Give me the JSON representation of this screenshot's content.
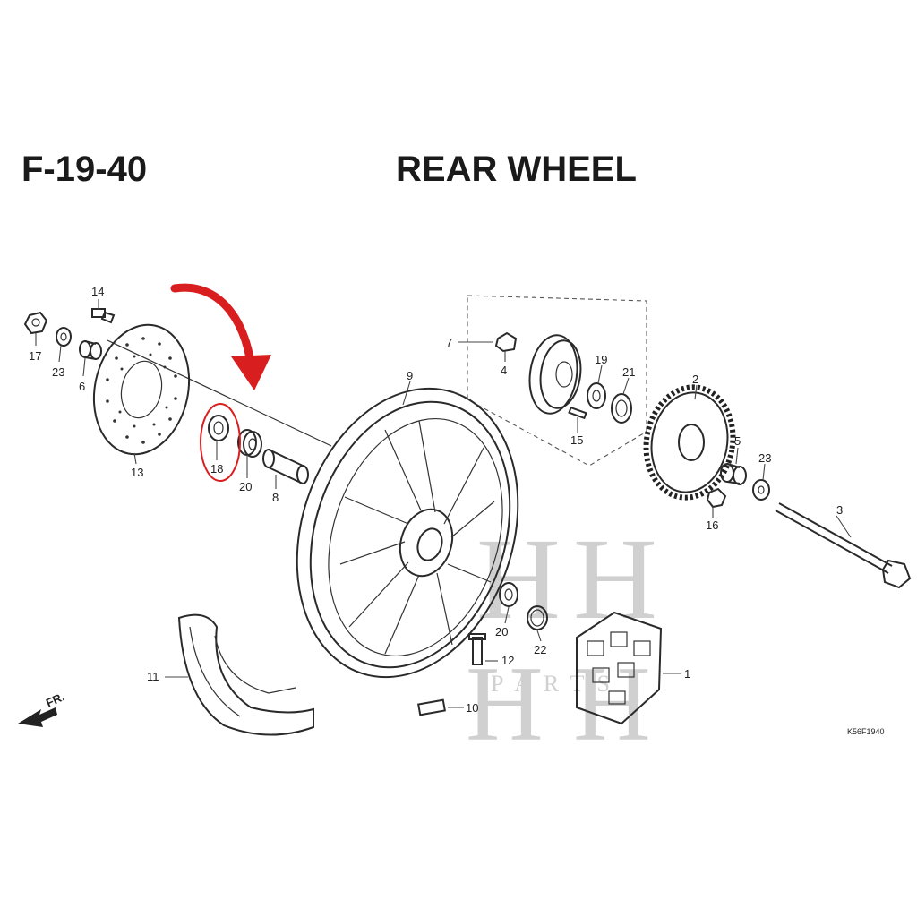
{
  "header": {
    "diagram_number": "F-19-40",
    "title": "REAR WHEEL"
  },
  "parts": [
    {
      "id": "p1",
      "num": "1"
    },
    {
      "id": "p2",
      "num": "2"
    },
    {
      "id": "p3",
      "num": "3"
    },
    {
      "id": "p4",
      "num": "4"
    },
    {
      "id": "p5",
      "num": "5"
    },
    {
      "id": "p6",
      "num": "6"
    },
    {
      "id": "p7",
      "num": "7"
    },
    {
      "id": "p8",
      "num": "8"
    },
    {
      "id": "p9",
      "num": "9"
    },
    {
      "id": "p10",
      "num": "10"
    },
    {
      "id": "p11",
      "num": "11"
    },
    {
      "id": "p12",
      "num": "12"
    },
    {
      "id": "p13",
      "num": "13"
    },
    {
      "id": "p14",
      "num": "14"
    },
    {
      "id": "p15",
      "num": "15"
    },
    {
      "id": "p16",
      "num": "16"
    },
    {
      "id": "p17",
      "num": "17"
    },
    {
      "id": "p18",
      "num": "18"
    },
    {
      "id": "p19",
      "num": "19"
    },
    {
      "id": "p20a",
      "num": "20"
    },
    {
      "id": "p20b",
      "num": "20"
    },
    {
      "id": "p21",
      "num": "21"
    },
    {
      "id": "p22",
      "num": "22"
    },
    {
      "id": "p23a",
      "num": "23"
    },
    {
      "id": "p23b",
      "num": "23"
    }
  ],
  "direction_label": "FR.",
  "figure_code": "K56F1940",
  "highlight": {
    "part": "18",
    "color": "#d81e1e"
  },
  "watermark": {
    "letters": "H",
    "subtext": "PARTS",
    "color": "#c8c8c8"
  }
}
